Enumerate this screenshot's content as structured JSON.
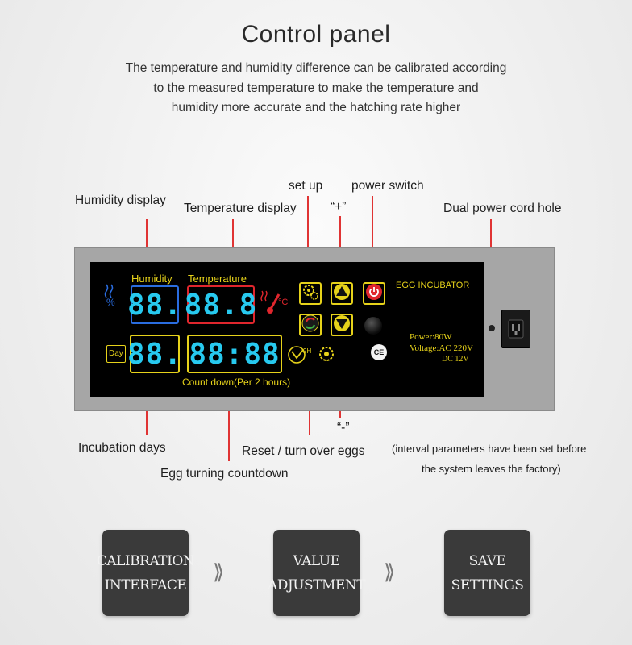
{
  "title": "Control panel",
  "intro": [
    "The temperature and humidity difference can be calibrated according",
    "to the measured temperature to make the temperature and",
    "humidity more accurate and the hatching rate higher"
  ],
  "labels": {
    "humidity_display": "Humidity display",
    "temperature_display": "Temperature display",
    "set_up": "set up",
    "plus": "“+”",
    "power_switch": "power switch",
    "dual_power_cord": "Dual power cord hole",
    "minus": "“-”",
    "incubation_days": "Incubation days",
    "reset_turn": "Reset / turn over eggs",
    "countdown": "Egg turning countdown",
    "note_1": "(interval parameters have been set before",
    "note_2": "the system leaves the factory)"
  },
  "screen": {
    "humidity_label": "Humidity",
    "temperature_label": "Temperature",
    "humidity_digits": "88.",
    "temperature_digits": "88.8",
    "day_digits": "88.",
    "countdown_digits": "88:88",
    "countdown_caption": "Count down(Per 2 hours)",
    "day_icon": "Day",
    "brand": "EGG INCUBATOR",
    "power": "Power:80W",
    "voltage": "Voltage:AC 220V",
    "dc": "DC 12V",
    "ce": "CE",
    "unit_c": "°C"
  },
  "steps": [
    {
      "line1": "CALIBRATION",
      "line2": "INTERFACE"
    },
    {
      "line1": "VALUE",
      "line2": "ADJUSTMENT"
    },
    {
      "line1": "SAVE",
      "line2": "SETTINGS"
    }
  ],
  "colors": {
    "leader_line": "#e03434",
    "digit": "#27c9ef",
    "screen_yellow": "#e6d21a",
    "screen_red": "#e0262d",
    "screen_blue": "#2a6de0",
    "card_bg": "#3a3a3a"
  },
  "icons": [
    "humidity-icon",
    "thermometer-icon",
    "day-calendar-icon",
    "settings-gear-icon",
    "up-arrow-icon",
    "power-icon",
    "reset-arrows-icon",
    "down-arrow-icon",
    "knob-icon",
    "ce-mark-icon",
    "power-socket-icon",
    "double-chevron-icon"
  ]
}
